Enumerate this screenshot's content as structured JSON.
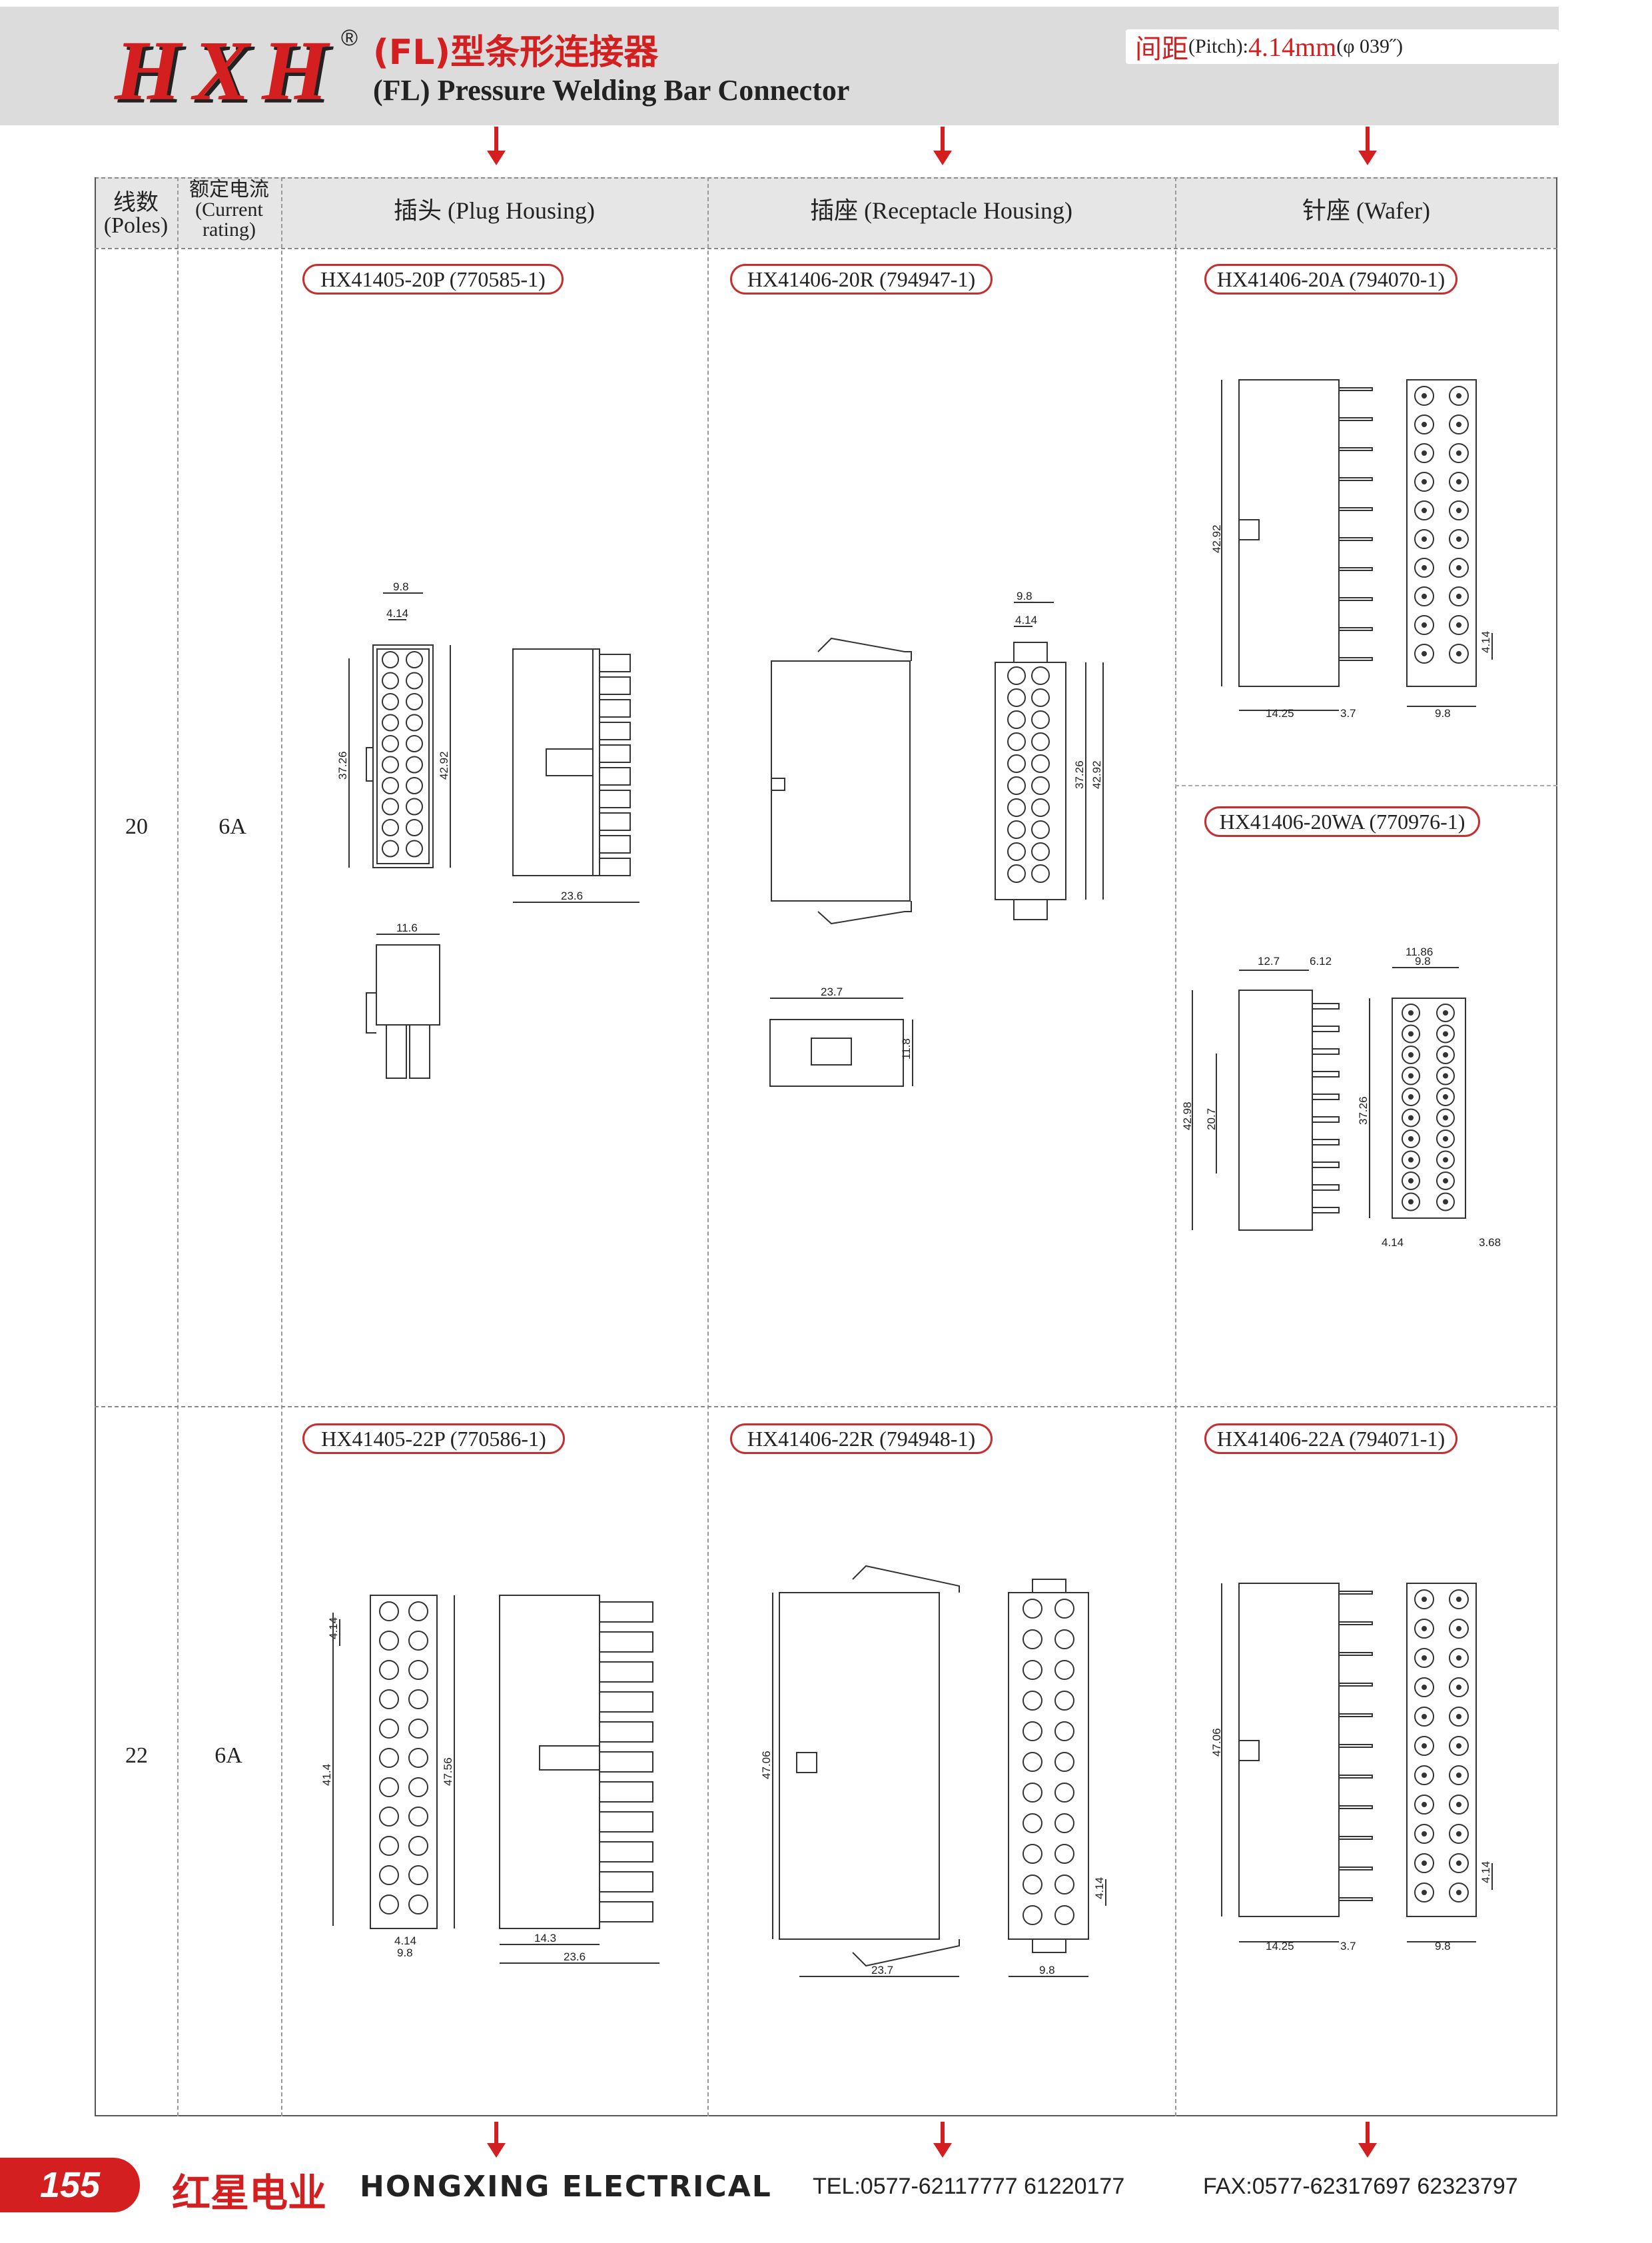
{
  "header": {
    "logo": "HXH",
    "registered": "®",
    "title_cn": "(FL)型条形连接器",
    "title_en": "(FL) Pressure Welding Bar Connector",
    "pitch_label": "间距",
    "pitch_label_en": "(Pitch):",
    "pitch_value": "4.14mm",
    "pitch_inch": "(φ 039˝)"
  },
  "table": {
    "headers": {
      "poles_cn": "线数",
      "poles_en": "(Poles)",
      "rating_cn": "额定电流",
      "rating_en1": "(Current",
      "rating_en2": "rating)",
      "plug": "插头 (Plug Housing)",
      "receptacle": "插座 (Receptacle Housing)",
      "wafer": "针座 (Wafer)"
    },
    "rows": [
      {
        "poles": "20",
        "rating": "6A",
        "plug_part": "HX41405-20P (770585-1)",
        "receptacle_part": "HX41406-20R (794947-1)",
        "wafer_part": "HX41406-20A (794070-1)",
        "wafer_part_2": "HX41406-20WA (770976-1)"
      },
      {
        "poles": "22",
        "rating": "6A",
        "plug_part": "HX41405-22P (770586-1)",
        "receptacle_part": "HX41406-22R (794948-1)",
        "wafer_part": "HX41406-22A (794071-1)"
      }
    ]
  },
  "dims": {
    "plug20": {
      "w": "9.8",
      "p": "4.14",
      "h1": "37.26",
      "h2": "42.92",
      "side": "23.6",
      "small": "11.6"
    },
    "rec20": {
      "w": "9.8",
      "p": "4.14",
      "h1": "37.26",
      "h2": "42.92",
      "side": "23.7",
      "small": "11.8"
    },
    "waf20": {
      "h": "42.92",
      "a": "14.25",
      "b": "3.7",
      "w": "9.8",
      "p": "4.14"
    },
    "waf20w": {
      "a": "12.7",
      "b": "6.12",
      "c": "11.86",
      "w": "9.8",
      "h1": "42.98",
      "h2": "20.7",
      "h3": "37.26",
      "p": "4.14",
      "d": "3.68"
    },
    "plug22": {
      "p": "4.14",
      "h1": "41.4",
      "h2": "47.56",
      "w": "9.8",
      "p2": "4.14",
      "a": "14.3",
      "side": "23.6"
    },
    "rec22": {
      "h": "47.06",
      "side": "23.7",
      "w": "9.8",
      "p": "4.14"
    },
    "waf22": {
      "h": "47.06",
      "a": "14.25",
      "b": "3.7",
      "w": "9.8",
      "p": "4.14"
    }
  },
  "footer": {
    "page": "155",
    "brand_cn": "红星电业",
    "brand_en": "HONGXING ELECTRICAL",
    "tel": "TEL:0577-62117777   61220177",
    "fax": "FAX:0577-62317697   62323797"
  },
  "colors": {
    "accent": "#d31f1f",
    "band": "#dcdcdc"
  }
}
